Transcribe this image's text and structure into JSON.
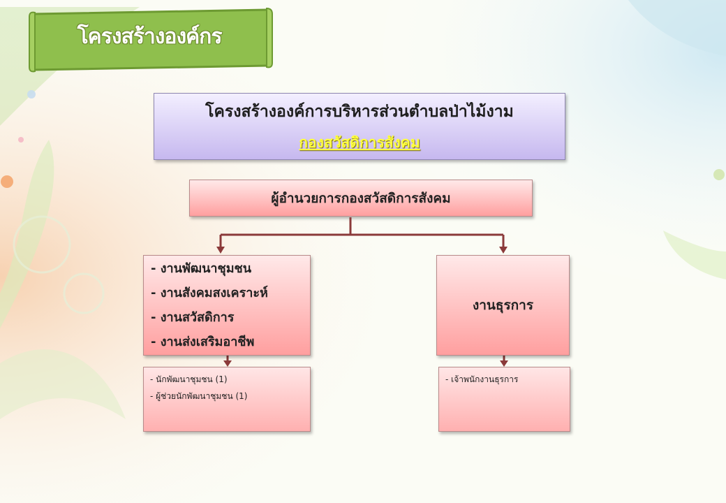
{
  "banner": {
    "title": "โครงสร้างองค์กร"
  },
  "header": {
    "title": "โครงสร้างองค์การบริหารส่วนตำบลป่าไม้งาม",
    "subtitle": "กองสวัสดิการสังคม"
  },
  "director": {
    "label": "ผู้อำนวยการกองสวัสดิการสังคม"
  },
  "left_unit": {
    "items": [
      "- งานพัฒนาชุมชน",
      "- งานสังคมสงเคราะห์",
      "- งานสวัสดิการ",
      "- งานส่งเสริมอาชีพ"
    ]
  },
  "right_unit": {
    "label": "งานธุรการ"
  },
  "left_staff": {
    "items": [
      "- นักพัฒนาชุมชน (1)",
      "- ผู้ช่วยนักพัฒนาชุมชน (1)"
    ]
  },
  "right_staff": {
    "items": [
      "- เจ้าพนักงานธุรการ"
    ]
  },
  "colors": {
    "connector": "#8b3a3a",
    "banner_green": "#8fbf4d",
    "subtitle_yellow": "#ffff40"
  }
}
